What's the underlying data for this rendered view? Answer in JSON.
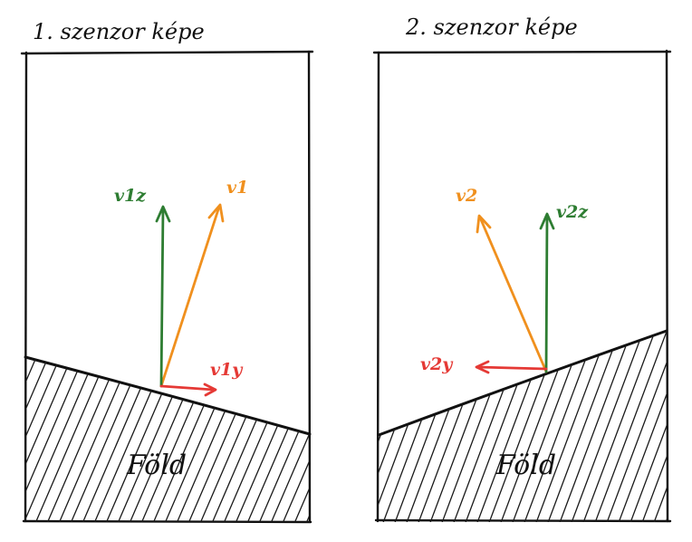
{
  "panel1": {
    "title": "1. szenzor képe",
    "ground": "Föld",
    "vectors": {
      "v1": {
        "label": "v1",
        "color": "#f0901e"
      },
      "v1z": {
        "label": "v1z",
        "color": "#2e7d32"
      },
      "v1y": {
        "label": "v1y",
        "color": "#e53935"
      }
    }
  },
  "panel2": {
    "title": "2. szenzor képe",
    "ground": "Föld",
    "vectors": {
      "v2": {
        "label": "v2",
        "color": "#f0901e"
      },
      "v2z": {
        "label": "v2z",
        "color": "#2e7d32"
      },
      "v2y": {
        "label": "v2y",
        "color": "#e53935"
      }
    }
  }
}
